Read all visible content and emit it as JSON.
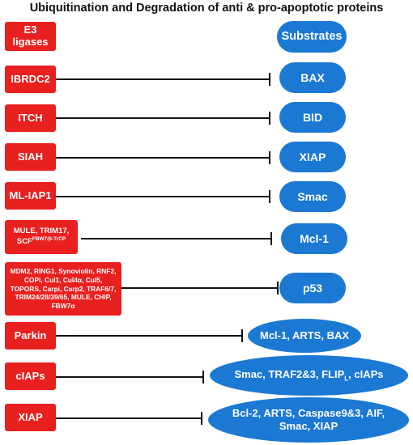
{
  "title": "Ubiquitination and Degradation of anti & pro-apoptotic proteins",
  "header": {
    "e3_label": "E3 ligases",
    "substrates_label": "Substrates"
  },
  "rows": [
    {
      "e3": "IBRDC2",
      "substrate": "BAX"
    },
    {
      "e3": "ITCH",
      "substrate": "BID"
    },
    {
      "e3": "SIAH",
      "substrate": "XIAP"
    },
    {
      "e3": "ML-IAP1",
      "substrate": "Smac"
    },
    {
      "e3_line1": "MULE, TRIM17,",
      "e3_line2_prefix": "SCF",
      "e3_line2_sup": "FBW7/β-TrCP",
      "substrate": "Mcl-1"
    },
    {
      "e3": "MDM2, RING1, Synoviolin, RNF2, COPi, Cul1, Cul4α, Cul5, TOPORS, Carpi, Carp2, TRAF6/7, TRIM24/28/39/65, MULE, CHIP, FBW7α",
      "substrate": "p53"
    },
    {
      "e3": "Parkin",
      "substrate": "Mcl-1, ARTS, BAX"
    },
    {
      "e3": "cIAPs",
      "substrate_prefix": "Smac, TRAF2&3, FLIP",
      "substrate_sub": "L",
      "substrate_suffix": ", cIAPs"
    },
    {
      "e3": "XIAP",
      "substrate_line1": "Bcl-2, ARTS, Caspase9&3, AIF,",
      "substrate_line2": "Smac, XIAP"
    }
  ],
  "colors": {
    "e3_box": "#e8201f",
    "substrate_box": "#1b79d3",
    "inhibit_line": "#111111"
  }
}
